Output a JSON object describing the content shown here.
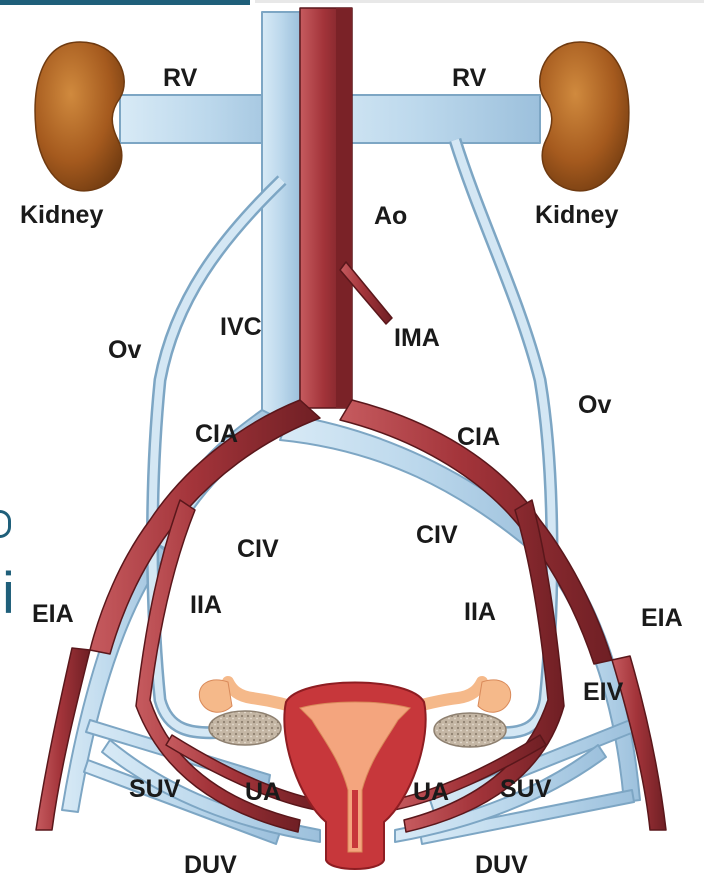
{
  "colors": {
    "vein_fill": "#bcd8ec",
    "vein_stroke": "#7da6c4",
    "vein_light": "#e4f1fa",
    "artery_fill": "#a3343a",
    "artery_dark": "#6f1f24",
    "artery_light": "#c65b5f",
    "kidney": "#a55a1e",
    "kidney_dark": "#6f3a10",
    "uterus": "#c7373b",
    "uterus_inner": "#f4a57e",
    "ovary": "#b9aa98",
    "tube": "#f5b98a",
    "text": "#1a1a1a",
    "edge_fragment": "#1f5f7a"
  },
  "labels": {
    "rv_left": "RV",
    "rv_right": "RV",
    "kidney_left": "Kidney",
    "kidney_right": "Kidney",
    "ao": "Ao",
    "ivc": "IVC",
    "ima": "IMA",
    "ov_left": "Ov",
    "ov_right": "Ov",
    "cia_left": "CIA",
    "cia_right": "CIA",
    "civ_left": "CIV",
    "civ_right": "CIV",
    "iia_left": "IIA",
    "iia_right": "IIA",
    "eia_left": "EIA",
    "eia_right": "EIA",
    "eiv": "EIV",
    "suv_left": "SUV",
    "suv_right": "SUV",
    "ua_left": "UA",
    "ua_right": "UA",
    "duv_left": "DUV",
    "duv_right": "DUV"
  },
  "edge_fragments": {
    "left_mid": "i"
  }
}
